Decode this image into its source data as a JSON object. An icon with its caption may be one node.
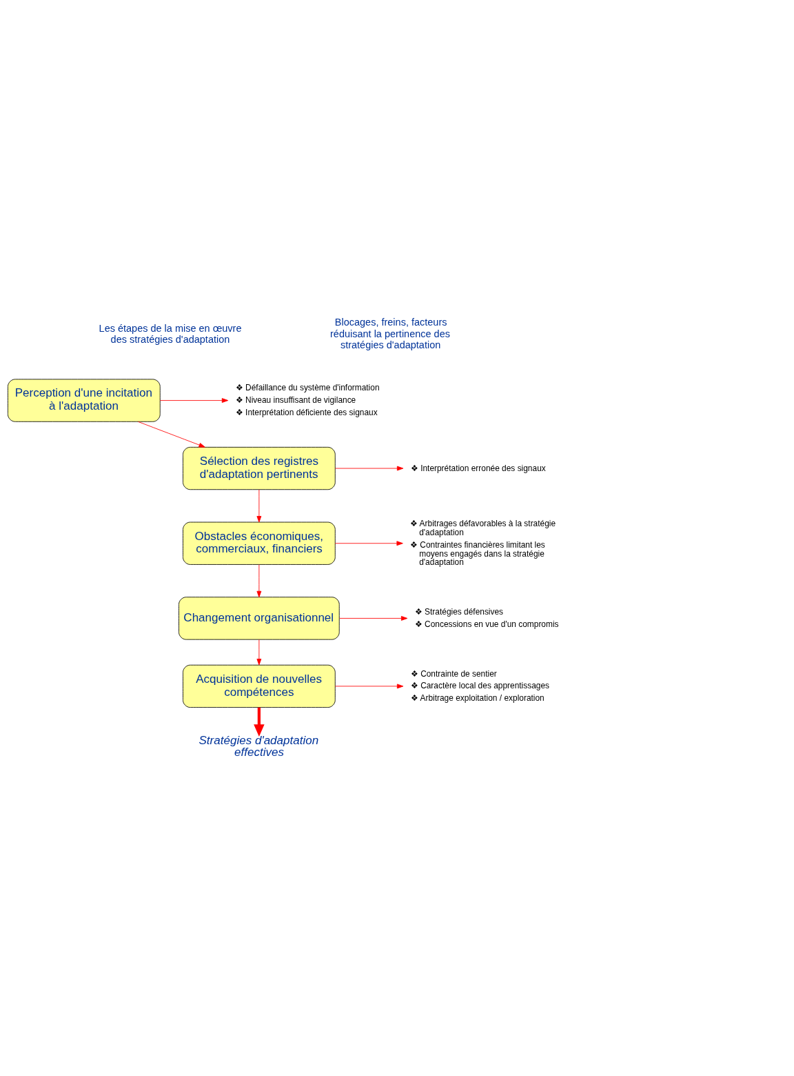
{
  "diagram": {
    "nodes": [
      {
        "text": [
          "Perception d'une incitation à l'adaptation"
        ]
      },
      {
        "text": [
          "❖ Défaillance du système d'information",
          "❖ Niveau insuffisant de vigilance",
          "❖ Interprétation déficiente des signaux"
        ]
      },
      {
        "text": [
          "Sélection des registres d'adaptation pertinents"
        ]
      },
      {
        "text": [
          "❖ Interprétation erronée des signaux"
        ]
      },
      {
        "text": [
          "Obstacles économiques, commerciaux, financiers"
        ]
      },
      {
        "text": [
          "❖ Arbitrages défavorables à la stratégie d'adaptation",
          "❖ Contraintes financières limitant les moyens engagés dans la stratégie d'adaptation"
        ]
      },
      {
        "text": [
          "Changement organisationnel"
        ]
      },
      {
        "text": [
          "❖ Stratégies défensives",
          "❖ Concessions en vue d'un compromis"
        ]
      },
      {
        "text": [
          "Acquisition de nouvelles compétences"
        ]
      },
      {
        "text": [
          "❖ Contrainte de sentier",
          "❖ Caractère local des apprentissages",
          "❖ Arbitrage exploitation / exploration"
        ]
      },
      {
        "text": [
          "Stratégies d'adaptation effectives"
        ]
      }
    ],
    "edges": [
      {
        "from": 0,
        "to": 1,
        "arrow": "to"
      },
      {
        "from": 0,
        "to": 2,
        "arrow": "to"
      },
      {
        "from": 2,
        "to": 3,
        "arrow": "to"
      },
      {
        "from": 2,
        "to": 4,
        "arrow": "to"
      },
      {
        "from": 4,
        "to": 5,
        "arrow": "to"
      },
      {
        "from": 4,
        "to": 6,
        "arrow": "to"
      },
      {
        "from": 6,
        "to": 7,
        "arrow": "to"
      },
      {
        "from": 6,
        "to": 8,
        "arrow": "to"
      },
      {
        "from": 8,
        "to": 9,
        "arrow": "to"
      },
      {
        "from": 8,
        "to": 10,
        "arrow": "to",
        "style": "thick"
      }
    ],
    "labels": [
      "Les étapes de la mise en œuvre des stratégies d'adaptation",
      "Blocages, freins, facteurs réduisant la pertinence des stratégies d'adaptation"
    ]
  }
}
